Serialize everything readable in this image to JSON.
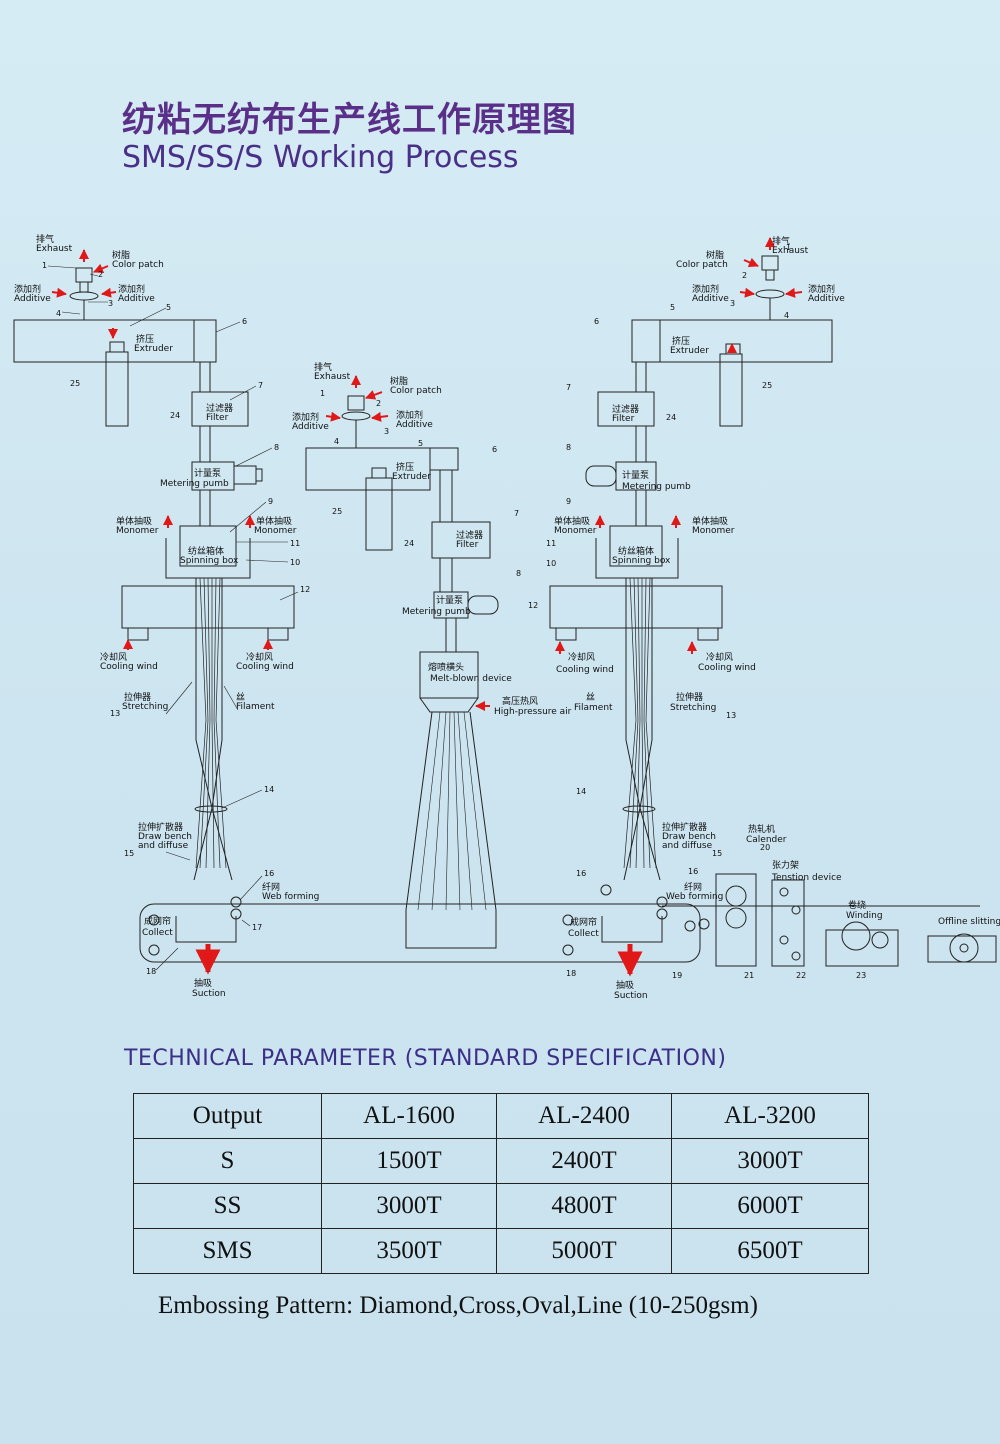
{
  "title_cn": "纺粘无纺布生产线工作原理图",
  "title_en": "SMS/SS/S Working Process",
  "diagram": {
    "exhaust": {
      "cn": "排气",
      "en": "Exhaust"
    },
    "color_patch": {
      "cn": "树脂",
      "en": "Color patch"
    },
    "additive": {
      "cn": "添加剂",
      "en": "Additive"
    },
    "extruder": {
      "cn": "挤压",
      "en": "Extruder"
    },
    "filter": {
      "cn": "过滤器",
      "en": "Filter"
    },
    "metering_pump": {
      "cn": "计量泵",
      "en": "Metering pumb"
    },
    "monomer": {
      "cn": "单体抽吸",
      "en": "Monomer"
    },
    "spinning_box": {
      "cn": "纺丝箱体",
      "en": "Spinning box"
    },
    "cooling_wind": {
      "cn": "冷却风",
      "en": "Cooling wind"
    },
    "stretching": {
      "cn": "拉伸器",
      "en": "Stretching"
    },
    "filament": {
      "cn": "丝",
      "en": "Filament"
    },
    "draw_bench": {
      "cn": "拉伸扩散器",
      "en1": "Draw bench",
      "en2": "and diffuse"
    },
    "web_forming": {
      "cn": "纤网",
      "en": "Web forming"
    },
    "collect": {
      "cn": "成网帘",
      "en": "Collect"
    },
    "suction": {
      "cn": "抽吸",
      "en": "Suction"
    },
    "melt_blown": {
      "cn": "熔喷横头",
      "en": "Melt-blown device"
    },
    "hp_air": {
      "cn": "高压热风",
      "en": "High-pressure air"
    },
    "calender": {
      "cn": "热轧机",
      "en": "Calender"
    },
    "tension": {
      "cn": "张力架",
      "en": "Tenstion device"
    },
    "winding": {
      "cn": "卷绕",
      "en": "Winding"
    },
    "offline": {
      "en": "Offline slitting"
    },
    "numbers": [
      "1",
      "2",
      "3",
      "4",
      "5",
      "6",
      "7",
      "8",
      "9",
      "10",
      "11",
      "12",
      "13",
      "14",
      "15",
      "16",
      "17",
      "18",
      "19",
      "20",
      "21",
      "22",
      "23",
      "24",
      "25"
    ]
  },
  "tech_title": "TECHNICAL PARAMETER (STANDARD SPECIFICATION)",
  "table": {
    "header": [
      "Output",
      "AL-1600",
      "AL-2400",
      "AL-3200"
    ],
    "rows": [
      [
        "S",
        "1500T",
        "2400T",
        "3000T"
      ],
      [
        "SS",
        "3000T",
        "4800T",
        "6000T"
      ],
      [
        "SMS",
        "3500T",
        "5000T",
        "6500T"
      ]
    ]
  },
  "note": "Embossing Pattern: Diamond,Cross,Oval,Line (10-250gsm)",
  "colors": {
    "title_cn": "#5a2f88",
    "title_en": "#4a2f88",
    "arrow": "#e01818",
    "line": "#222222"
  }
}
